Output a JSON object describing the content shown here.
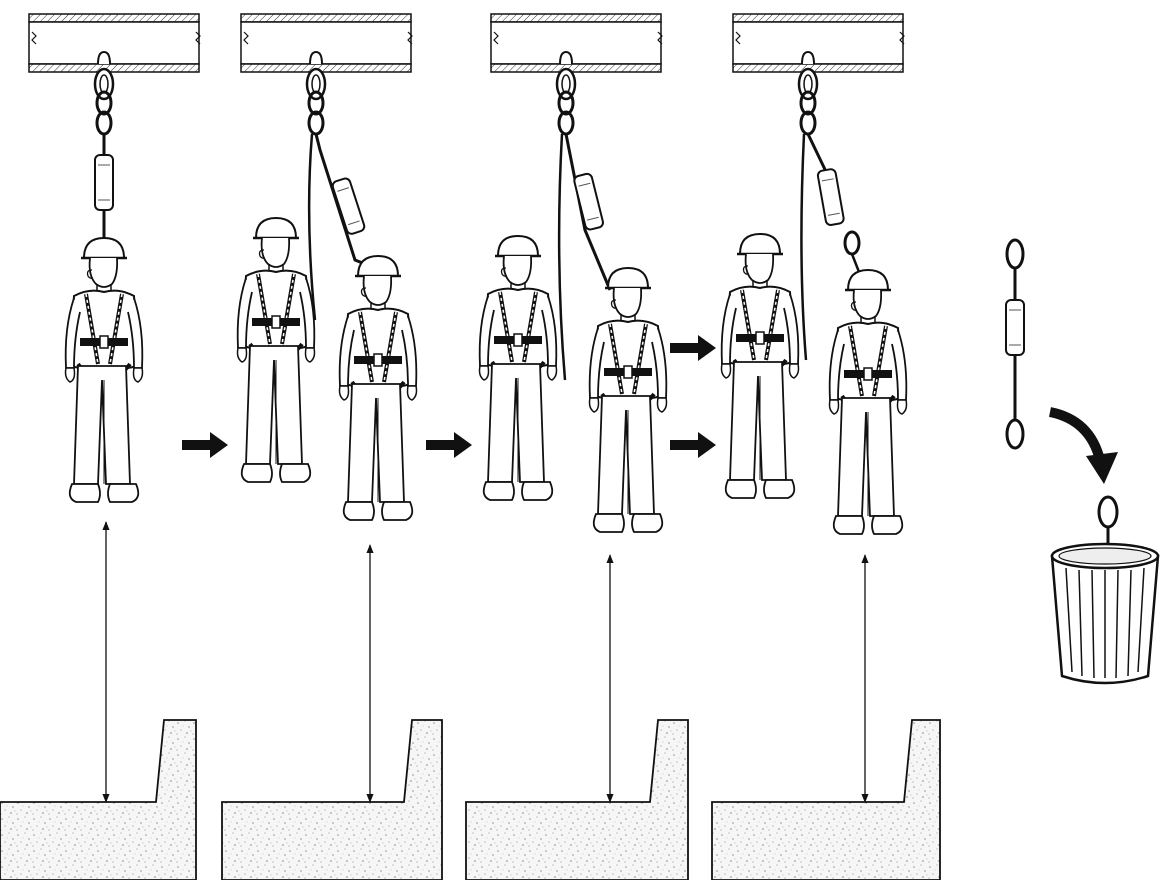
{
  "diagram": {
    "kind": "instructional-illustration",
    "text_labels": [],
    "steps": [
      {
        "step": 1,
        "people": [
          "suspended-worker"
        ]
      },
      {
        "step": 2,
        "people": [
          "rescuer",
          "suspended-worker"
        ]
      },
      {
        "step": 3,
        "people": [
          "rescuer",
          "suspended-worker"
        ]
      },
      {
        "step": 4,
        "people": [
          "rescuer",
          "suspended-worker"
        ]
      }
    ],
    "discard": {
      "items": [
        "used-lanyard",
        "trash-bin"
      ]
    },
    "colors": {
      "ink": "#111111",
      "paper": "#ffffff",
      "ground": "#f4f4f4"
    }
  }
}
